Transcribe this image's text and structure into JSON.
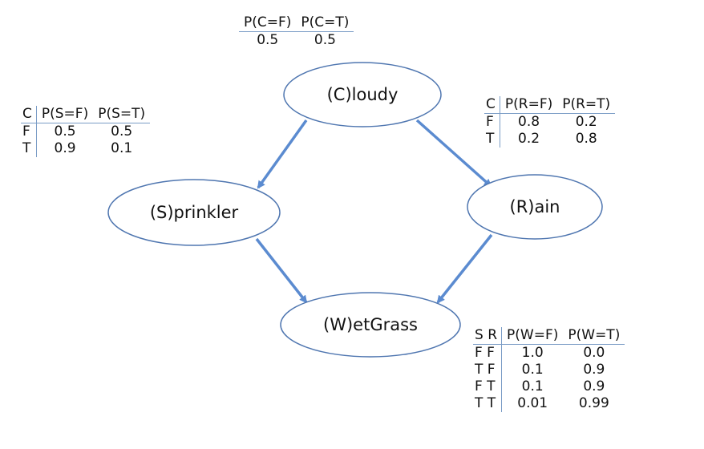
{
  "nodes": [
    {
      "id": "cloudy",
      "label": "(C)loudy"
    },
    {
      "id": "sprinkler",
      "label": "(S)prinkler"
    },
    {
      "id": "rain",
      "label": "(R)ain"
    },
    {
      "id": "wetgrass",
      "label": "(W)etGrass"
    }
  ],
  "edges": [
    {
      "from": "cloudy",
      "to": "sprinkler"
    },
    {
      "from": "cloudy",
      "to": "rain"
    },
    {
      "from": "sprinkler",
      "to": "wetgrass"
    },
    {
      "from": "rain",
      "to": "wetgrass"
    }
  ],
  "colors": {
    "node_stroke": "#4f76b0",
    "edge": "#5b8bd0",
    "table_rule": "#7a9cc6"
  },
  "tables": {
    "cloudy": {
      "headers": [
        "P(C=F)",
        "P(C=T)"
      ],
      "rows": [
        [
          "0.5",
          "0.5"
        ]
      ]
    },
    "sprinkler": {
      "cond_header": "C",
      "headers": [
        "P(S=F)",
        "P(S=T)"
      ],
      "rows": [
        [
          "F",
          "0.5",
          "0.5"
        ],
        [
          "T",
          "0.9",
          "0.1"
        ]
      ]
    },
    "rain": {
      "cond_header": "C",
      "headers": [
        "P(R=F)",
        "P(R=T)"
      ],
      "rows": [
        [
          "F",
          "0.8",
          "0.2"
        ],
        [
          "T",
          "0.2",
          "0.8"
        ]
      ]
    },
    "wetgrass": {
      "cond_header": "S R",
      "headers": [
        "P(W=F)",
        "P(W=T)"
      ],
      "rows": [
        [
          "F F",
          "1.0",
          "0.0"
        ],
        [
          "T F",
          "0.1",
          "0.9"
        ],
        [
          "F T",
          "0.1",
          "0.9"
        ],
        [
          "T T",
          "0.01",
          "0.99"
        ]
      ]
    }
  }
}
